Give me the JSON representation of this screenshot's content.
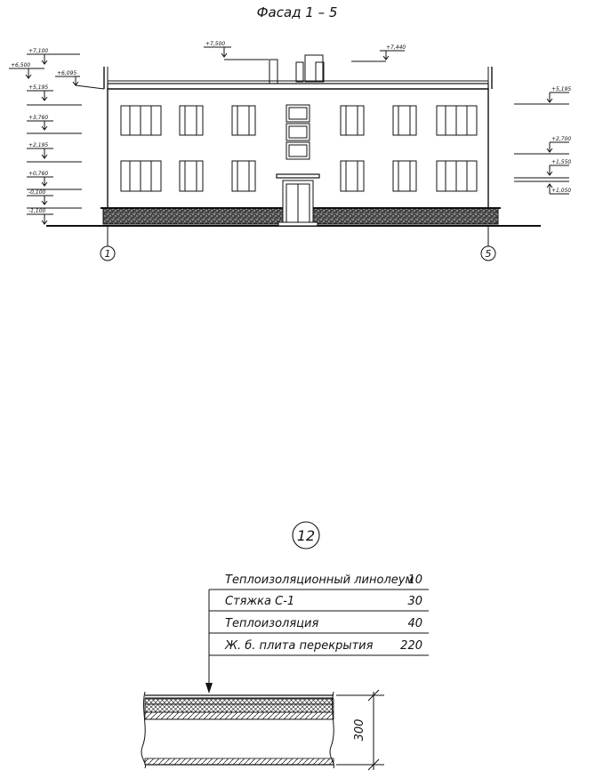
{
  "facade": {
    "title": "Фасад  1 – 5",
    "axes": {
      "left": "1",
      "right": "5"
    },
    "elevations_left": [
      "+7,100",
      "+6,500",
      "+6,095",
      "+5,195",
      "+3,760",
      "+2,195",
      "+0,760",
      "-0,100",
      "-1,100"
    ],
    "elevations_top": [
      "+7,500",
      "+7,440"
    ],
    "elevations_right": [
      "+5,195",
      "+2,700",
      "+1,550",
      "+1,050"
    ]
  },
  "node": {
    "number": "12",
    "layers": [
      {
        "name": "Теплоизоляционный линолеум",
        "thickness": "10"
      },
      {
        "name": "Стяжка С-1",
        "thickness": "30"
      },
      {
        "name": "Теплоизоляция",
        "thickness": "40"
      },
      {
        "name": "Ж. б. плита перекрытия",
        "thickness": "220"
      }
    ],
    "total_dimension": "300"
  }
}
